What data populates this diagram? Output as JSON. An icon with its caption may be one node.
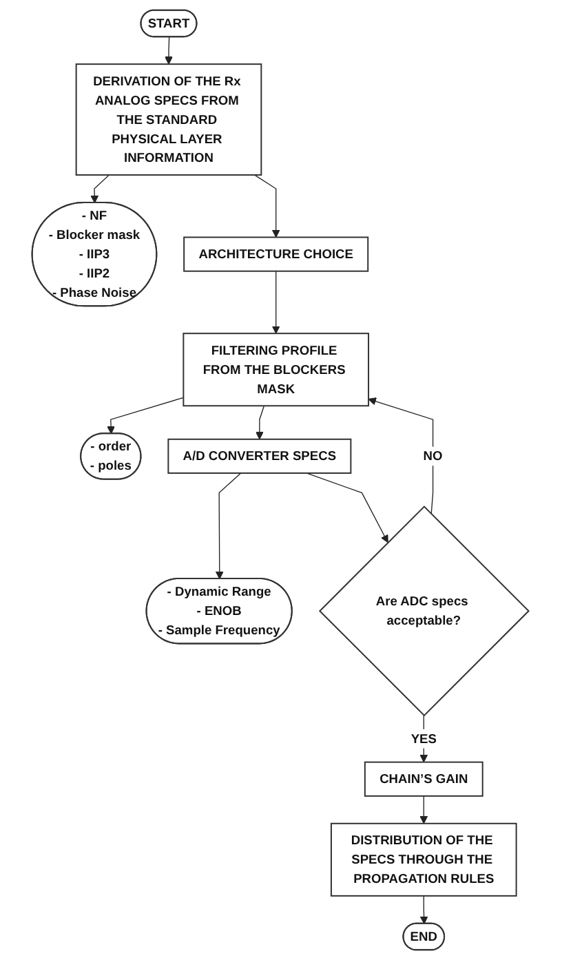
{
  "diagram": {
    "nodes": [
      {
        "text": [
          "START"
        ]
      },
      {
        "text": [
          "DERIVATION OF THE Rx ANALOG SPECS FROM THE STANDARD PHYSICAL LAYER INFORMATION"
        ]
      },
      {
        "text": [
          "- NF",
          "- Blocker mask",
          "- IIP3",
          "- IIP2",
          "- Phase Noise"
        ]
      },
      {
        "text": [
          "ARCHITECTURE CHOICE"
        ]
      },
      {
        "text": [
          "FILTERING PROFILE FROM THE BLOCKERS MASK"
        ]
      },
      {
        "text": [
          "- order",
          "- poles"
        ]
      },
      {
        "text": [
          "A/D CONVERTER SPECS"
        ]
      },
      {
        "text": [
          "- Dynamic Range",
          "- ENOB",
          "- Sample Frequency"
        ]
      },
      {
        "text": [
          "Are ADC specs acceptable?"
        ]
      },
      {
        "text": [
          "CHAIN’S GAIN"
        ]
      },
      {
        "text": [
          "DISTRIBUTION OF THE SPECS THROUGH THE PROPAGATION RULES"
        ]
      },
      {
        "text": [
          "END"
        ]
      }
    ],
    "edges": [
      {
        "from": 0,
        "to": 1,
        "arrow": "to"
      },
      {
        "from": 1,
        "to": 2,
        "arrow": "to"
      },
      {
        "from": 1,
        "to": 3,
        "arrow": "to"
      },
      {
        "from": 3,
        "to": 4,
        "arrow": "to"
      },
      {
        "from": 4,
        "to": 5,
        "arrow": "to"
      },
      {
        "from": 4,
        "to": 6,
        "arrow": "to"
      },
      {
        "from": 6,
        "to": 7,
        "arrow": "to"
      },
      {
        "from": 6,
        "to": 8,
        "arrow": "to"
      },
      {
        "from": 8,
        "to": 4,
        "arrow": "to",
        "label": "NO"
      },
      {
        "from": 8,
        "to": 9,
        "arrow": "to",
        "label": "YES"
      },
      {
        "from": 9,
        "to": 10,
        "arrow": "to"
      },
      {
        "from": 10,
        "to": 11,
        "arrow": "to"
      }
    ]
  }
}
